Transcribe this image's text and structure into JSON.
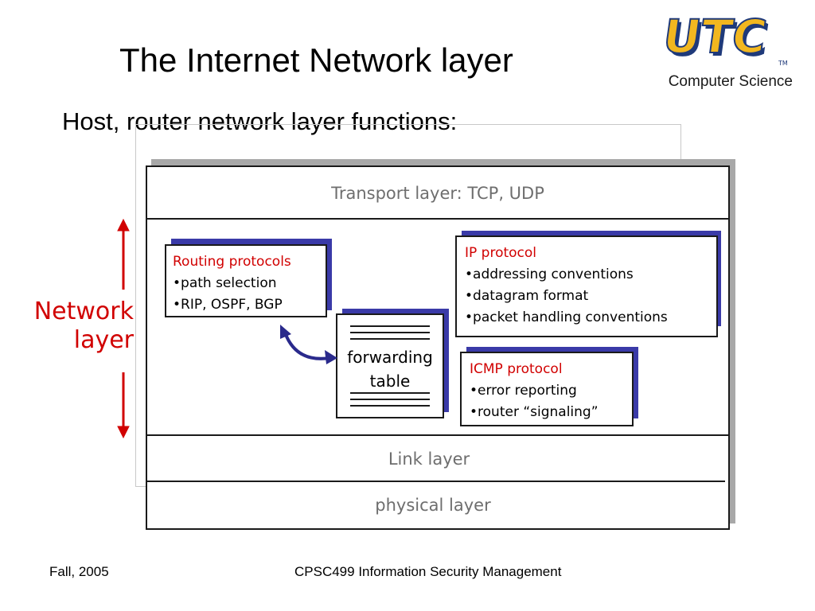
{
  "slide": {
    "title": "The Internet Network layer",
    "subtitle": "Host, router network layer functions:"
  },
  "logo": {
    "text": "UTC",
    "tm": "TM",
    "department": "Computer Science",
    "colors": {
      "fill": "#f2b71f",
      "outline": "#1f3a7a"
    }
  },
  "diagram": {
    "transport_layer": "Transport layer: TCP, UDP",
    "link_layer": "Link layer",
    "physical_layer": "physical layer",
    "network_layer_label": "Network layer",
    "routing": {
      "title": "Routing protocols",
      "items": [
        "•path selection",
        "•RIP, OSPF, BGP"
      ]
    },
    "forwarding": {
      "line1": "forwarding",
      "line2": "table"
    },
    "ip": {
      "title": "IP protocol",
      "items": [
        "•addressing conventions",
        "•datagram format",
        "•packet handling conventions"
      ]
    },
    "icmp": {
      "title": "ICMP protocol",
      "items": [
        "•error reporting",
        "•router “signaling”"
      ]
    },
    "colors": {
      "accent_red": "#d10000",
      "card_shadow": "#3a3aa8",
      "arrow": "#2a2a8c"
    }
  },
  "footer": {
    "left": "Fall, 2005",
    "center": "CPSC499 Information Security Management"
  }
}
